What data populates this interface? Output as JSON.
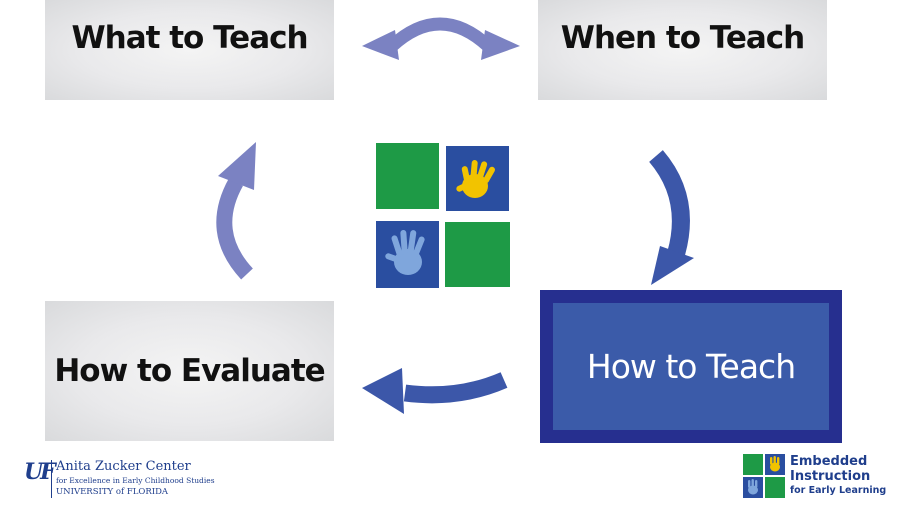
{
  "cycle": {
    "what_to_teach": "What to Teach",
    "when_to_teach": "When to Teach",
    "how_to_teach": "How to Teach",
    "how_to_evaluate": "How to Evaluate"
  },
  "center_logo": {
    "icon": "four-square-handprint-logo",
    "colors": {
      "green": "#1e9a46",
      "blue": "#2a4ea0",
      "yellow": "#f2c300",
      "light_blue": "#7fa6dc"
    }
  },
  "footer": {
    "uf": {
      "logo_text": "UF",
      "name": "Anita Zucker Center",
      "subtitle": "for Excellence in Early Childhood Studies",
      "university": "UNIVERSITY of FLORIDA"
    },
    "embedded_instruction": {
      "line1": "Embedded",
      "line2": "Instruction",
      "line3": "for Early Learning"
    }
  },
  "colors": {
    "arrow_light": "#7b82c2",
    "arrow_dark": "#3c57a9",
    "how_box_border": "#262f8f",
    "how_box_fill": "#3b5ba9"
  }
}
